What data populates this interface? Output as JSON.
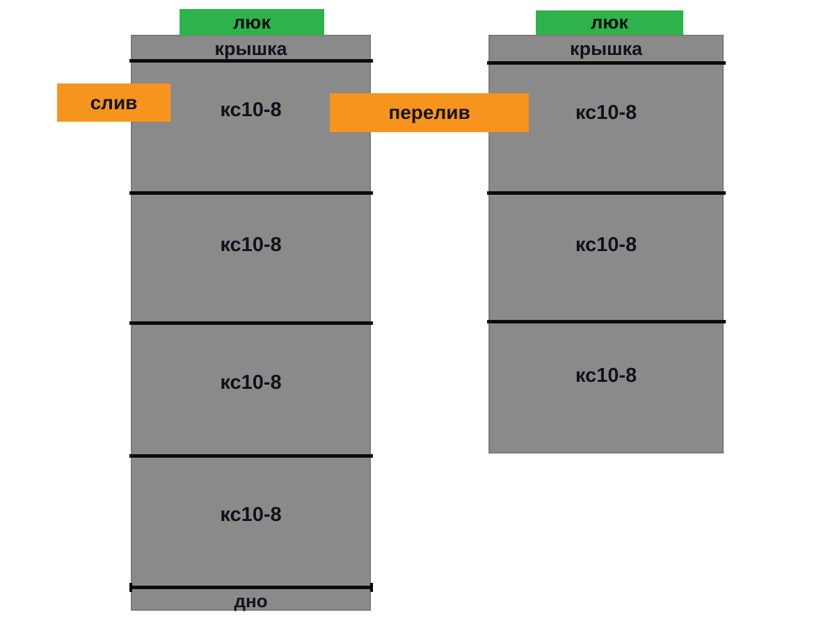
{
  "diagram": {
    "left_well": {
      "hatch_label": "люк",
      "cover_label": "крышка",
      "rings": [
        "кс10-8",
        "кс10-8",
        "кс10-8",
        "кс10-8"
      ],
      "bottom_label": "дно"
    },
    "right_well": {
      "hatch_label": "люк",
      "cover_label": "крышка",
      "rings": [
        "кс10-8",
        "кс10-8",
        "кс10-8"
      ]
    },
    "connections": {
      "drain_label": "слив",
      "overflow_label": "перелив"
    },
    "colors": {
      "ring_gray": "#8a8a8a",
      "hatch_green": "#2eb34c",
      "callout_orange": "#f7941e",
      "joint_line_black": "#0a0a0a"
    }
  }
}
